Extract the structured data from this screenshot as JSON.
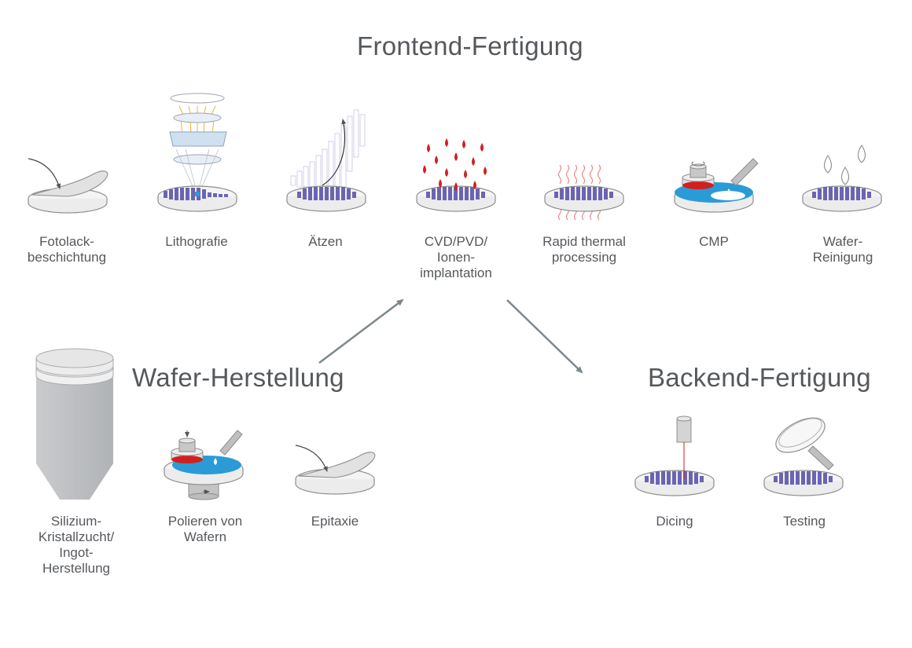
{
  "titles": {
    "frontend": "Frontend-Fertigung",
    "wafer": "Wafer-Herstellung",
    "backend": "Backend-Fertigung"
  },
  "frontend_steps": [
    {
      "lines": [
        "Fotolack-",
        "beschichtung"
      ],
      "icon": "photoresist-coating-icon"
    },
    {
      "lines": [
        "Lithografie"
      ],
      "icon": "lithography-icon"
    },
    {
      "lines": [
        "Ätzen"
      ],
      "icon": "etching-icon"
    },
    {
      "lines": [
        "CVD/PVD/",
        "Ionen-",
        "implantation"
      ],
      "icon": "deposition-implantation-icon"
    },
    {
      "lines": [
        "Rapid thermal",
        "processing"
      ],
      "icon": "rapid-thermal-icon"
    },
    {
      "lines": [
        "CMP"
      ],
      "icon": "cmp-icon"
    },
    {
      "lines": [
        "Wafer-",
        "Reinigung"
      ],
      "icon": "wafer-cleaning-icon"
    }
  ],
  "wafer_steps": [
    {
      "lines": [
        "Silizium-",
        "Kristallzucht/",
        "Ingot-",
        "Herstellung"
      ],
      "icon": "ingot-icon"
    },
    {
      "lines": [
        "Polieren von",
        "Wafern"
      ],
      "icon": "wafer-polishing-icon"
    },
    {
      "lines": [
        "Epitaxie"
      ],
      "icon": "epitaxy-icon"
    }
  ],
  "backend_steps": [
    {
      "lines": [
        "Dicing"
      ],
      "icon": "dicing-icon"
    },
    {
      "lines": [
        "Testing"
      ],
      "icon": "testing-icon"
    }
  ],
  "colors": {
    "text": "#55585c",
    "arrow": "#7d878c",
    "chip": "#6b64b3",
    "disc_edge": "#9a9a9a",
    "polish_blue": "#2a9bd6",
    "droplet_red": "#d21f1f",
    "heat_red": "#e27272",
    "light_yellow": "#f2b233"
  }
}
